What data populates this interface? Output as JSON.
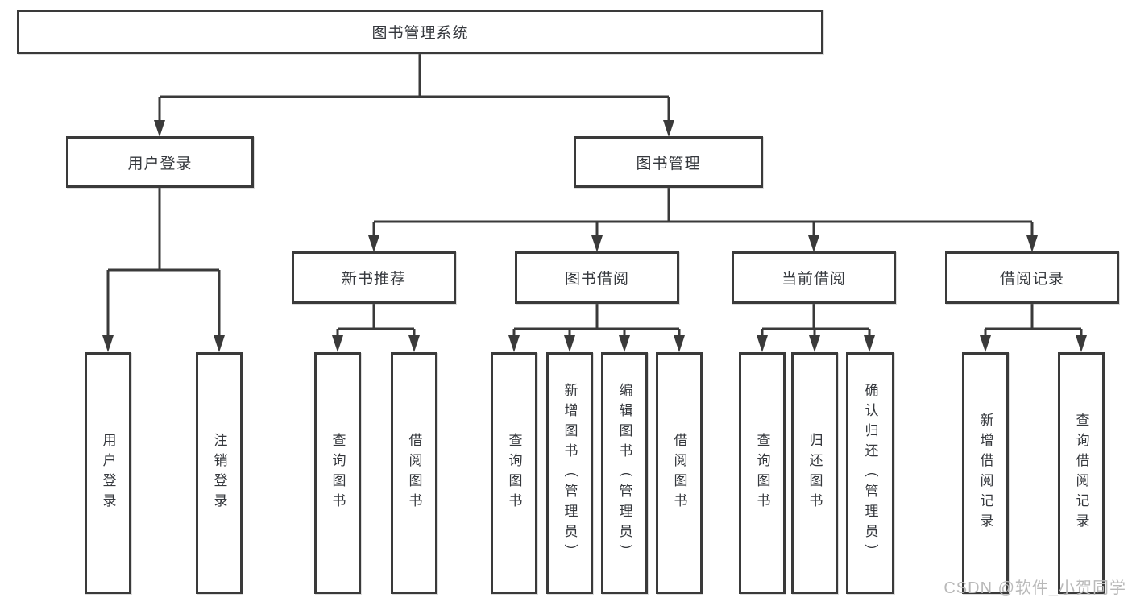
{
  "diagram": {
    "tree": {
      "label": "图书管理系统",
      "children": [
        {
          "label": "用户登录",
          "children": [
            {
              "label": "用户登录"
            },
            {
              "label": "注销登录"
            }
          ]
        },
        {
          "label": "图书管理",
          "children": [
            {
              "label": "新书推荐",
              "children": [
                {
                  "label": "查询图书"
                },
                {
                  "label": "借阅图书"
                }
              ]
            },
            {
              "label": "图书借阅",
              "children": [
                {
                  "label": "查询图书"
                },
                {
                  "label": "新增图书（管理员）"
                },
                {
                  "label": "编辑图书（管理员）"
                },
                {
                  "label": "借阅图书"
                }
              ]
            },
            {
              "label": "当前借阅",
              "children": [
                {
                  "label": "查询图书"
                },
                {
                  "label": "归还图书"
                },
                {
                  "label": "确认归还（管理员）"
                }
              ]
            },
            {
              "label": "借阅记录",
              "children": [
                {
                  "label": "新增借阅记录"
                },
                {
                  "label": "查询借阅记录"
                }
              ]
            }
          ]
        }
      ]
    },
    "watermark": "CSDN @软件_小贺同学",
    "colors": {
      "line": "#3a3a3a",
      "text": "#35383d",
      "watermark": "#b9b9b9",
      "background": "#ffffff"
    }
  }
}
